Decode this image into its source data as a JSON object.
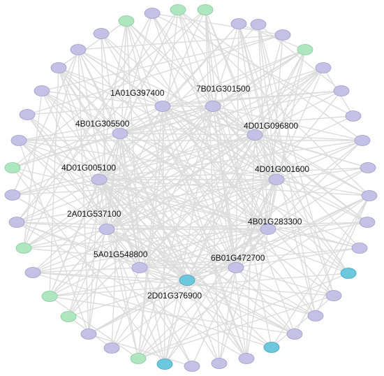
{
  "colors": {
    "edge": "#dcdcdc",
    "node_default": "#c5c0e6",
    "node_green": "#aee7bf",
    "node_blue": "#6dc8dd"
  },
  "hub_nodes": [
    {
      "label": "1A01G397400"
    },
    {
      "label": "7B01G301500"
    },
    {
      "label": "4B01G305500"
    },
    {
      "label": "4D01G096800"
    },
    {
      "label": "4D01G005100"
    },
    {
      "label": "4D01G001600"
    },
    {
      "label": "2A01G537100"
    },
    {
      "label": "4B01G283300"
    },
    {
      "label": "5A01G548800"
    },
    {
      "label": "6B01G472700"
    },
    {
      "label": "2D01G376900"
    }
  ]
}
